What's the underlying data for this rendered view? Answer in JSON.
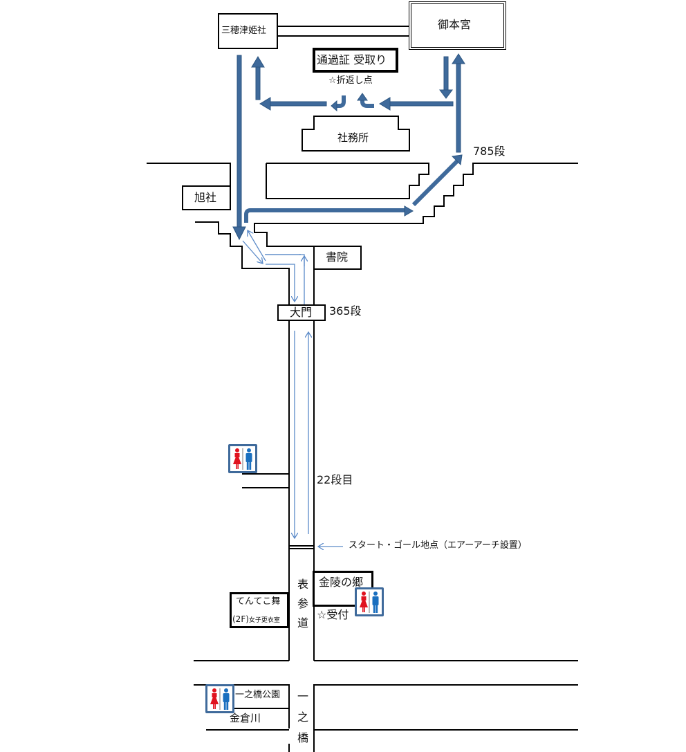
{
  "map": {
    "buildings": {
      "mihotsuhime": "三穂津姫社",
      "gohongu": "御本宮",
      "pass_receive": "通過証 受取り",
      "turnaround": "☆折返し点",
      "shamusho": "社務所",
      "asahi": "旭社",
      "shoin": "書院",
      "daimon": "大門",
      "tenteko_line1": "てんてこ舞",
      "tenteko_line2_prefix": "(2F)",
      "tenteko_line2_suffix": "女子更衣室",
      "kanryo": "金陵の郷",
      "reception": "☆受付",
      "park": "一之橋公園",
      "river": "金倉川"
    },
    "steps": {
      "top": "785段",
      "gate": "365段",
      "step22": "22段目"
    },
    "start_goal": "スタート・ゴール地点（エアーアーチ設置）",
    "street_vertical_1": [
      "表",
      "参",
      "道"
    ],
    "street_vertical_2": [
      "一",
      "之",
      "橋"
    ],
    "icons": {
      "restroom": "restroom-icon"
    },
    "colors": {
      "route_main": "#3f6a9b",
      "route_thin": "#5b8ac8",
      "restroom_female": "#e0131f",
      "restroom_male": "#1a6fbf",
      "restroom_border": "#3f6a9b"
    }
  }
}
